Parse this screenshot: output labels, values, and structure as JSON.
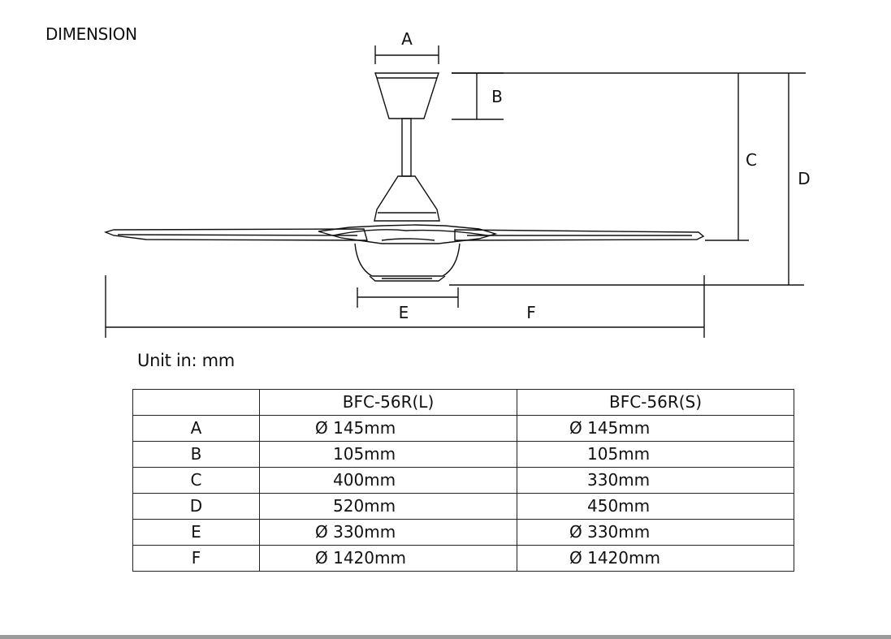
{
  "title": "DIMENSION",
  "unit_label": "Unit in: mm",
  "diagram_labels": {
    "a": "A",
    "b": "B",
    "c": "C",
    "d": "D",
    "e": "E",
    "f": "F"
  },
  "table": {
    "columns": [
      "",
      "BFC-56R(L)",
      "BFC-56R(S)"
    ],
    "rows": [
      {
        "label": "A",
        "large": "Ø 145mm",
        "small": "Ø 145mm"
      },
      {
        "label": "B",
        "large": "105mm",
        "small": "105mm"
      },
      {
        "label": "C",
        "large": "400mm",
        "small": "330mm"
      },
      {
        "label": "D",
        "large": "520mm",
        "small": "450mm"
      },
      {
        "label": "E",
        "large": "Ø 330mm",
        "small": "Ø 330mm"
      },
      {
        "label": "F",
        "large": "Ø 1420mm",
        "small": "Ø 1420mm"
      }
    ]
  }
}
